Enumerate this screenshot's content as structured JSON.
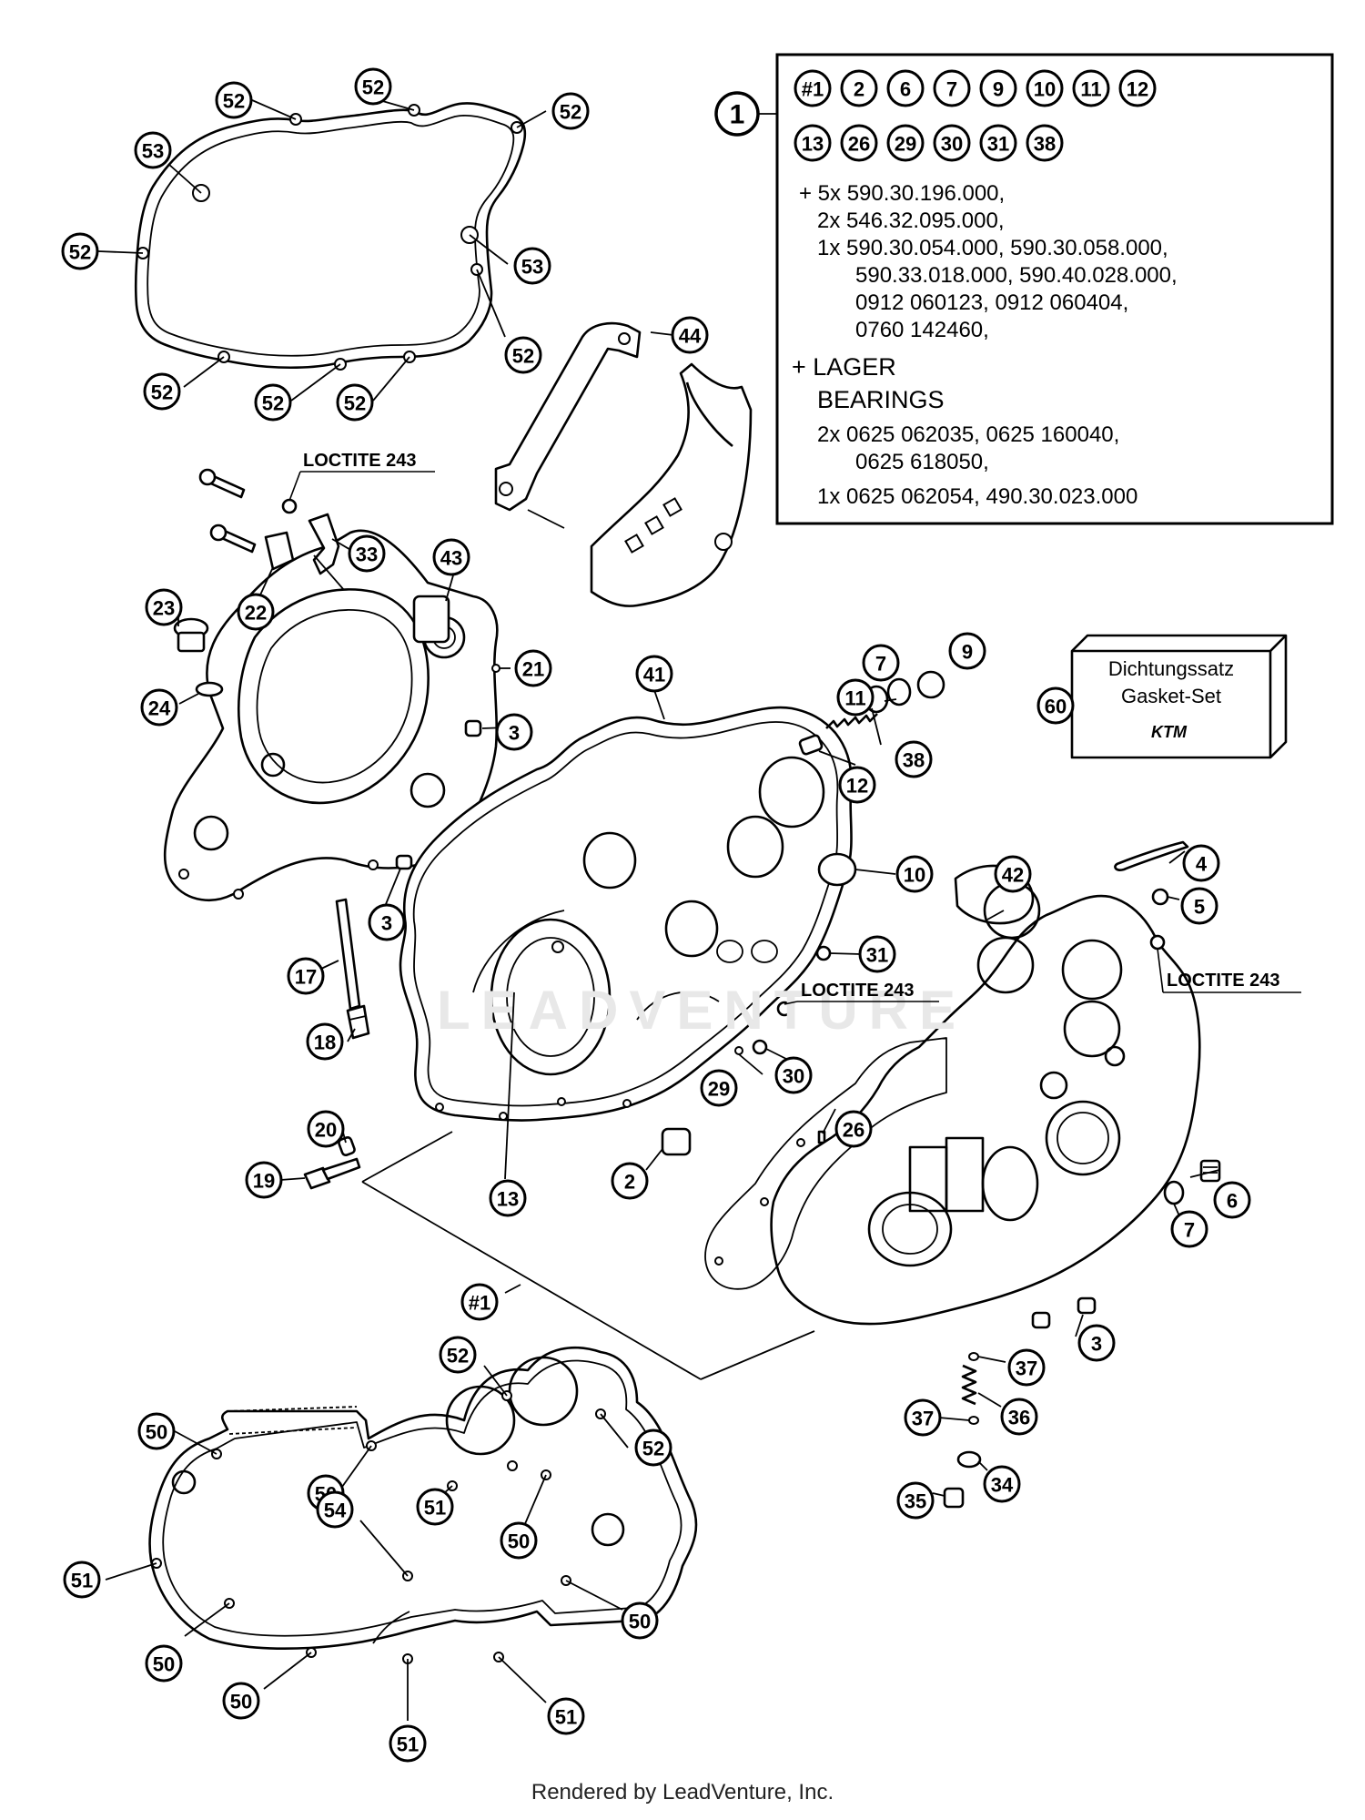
{
  "callouts": {
    "c1": "1",
    "c2a": "2",
    "c3a": "3",
    "c3b": "3",
    "c3c": "3",
    "c4": "4",
    "c5": "5",
    "c6": "6",
    "c7a": "7",
    "c7b": "7",
    "c9": "9",
    "c10": "10",
    "c11": "11",
    "c12": "12",
    "c13": "13",
    "c17": "17",
    "c18": "18",
    "c19": "19",
    "c20": "20",
    "c21": "21",
    "c22": "22",
    "c23": "23",
    "c24": "24",
    "c26": "26",
    "c29": "29",
    "c30": "30",
    "c31": "31",
    "c33": "33",
    "c34": "34",
    "c35": "35",
    "c36": "36",
    "c37a": "37",
    "c37b": "37",
    "c38": "38",
    "c41": "41",
    "c42": "42",
    "c43": "43",
    "c44": "44",
    "c60": "60",
    "hash1": "#1",
    "g52a": "52",
    "g52b": "52",
    "g52c": "52",
    "g52d": "52",
    "g52e": "52",
    "g52f": "52",
    "g52g": "52",
    "g52h": "52",
    "g53a": "53",
    "g53b": "53",
    "g52i": "52",
    "g52j": "52",
    "g50a": "50",
    "g50b": "50",
    "g50c": "50",
    "g50d": "50",
    "g50e": "50",
    "g50f": "50",
    "g51a": "51",
    "g51b": "51",
    "g51c": "51",
    "g51d": "51",
    "g54": "54"
  },
  "notes": {
    "loctite_a": "LOCTITE 243",
    "loctite_b": "LOCTITE 243",
    "loctite_c": "LOCTITE 243"
  },
  "kit": {
    "row1": [
      "#1",
      "2",
      "6",
      "7",
      "9",
      "10",
      "11",
      "12"
    ],
    "row2": [
      "13",
      "26",
      "29",
      "30",
      "31",
      "38"
    ],
    "lines": [
      "+ 5x 590.30.196.000,",
      "2x 546.32.095.000,",
      "1x 590.30.054.000, 590.30.058.000,",
      "590.33.018.000, 590.40.028.000,",
      "0912 060123, 0912 060404,",
      "0760 142460,",
      "+ LAGER",
      "BEARINGS",
      "2x 0625 062035, 0625 160040,",
      "0625 618050,",
      "1x 0625 062054, 490.30.023.000"
    ]
  },
  "gasket_set": {
    "line1": "Dichtungssatz",
    "line2": "Gasket-Set",
    "brand": "KTM"
  },
  "footer": "Rendered by LeadVenture, Inc."
}
